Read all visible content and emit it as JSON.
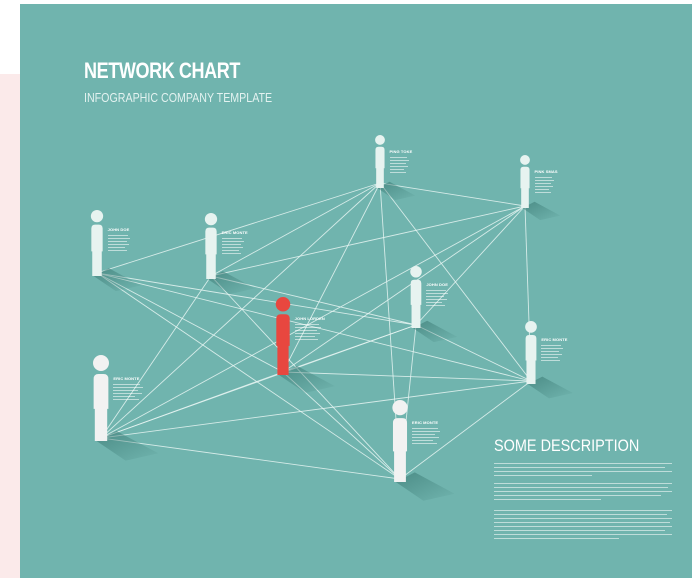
{
  "header": {
    "title": "NETWORK CHART",
    "subtitle": "INFOGRAPHIC COMPANY TEMPLATE"
  },
  "description": {
    "title": "SOME DESCRIPTION"
  },
  "colors": {
    "background": "#70b4ae",
    "node_light": "#e7f3f0",
    "node_white": "#f2f2f2",
    "node_center": "#e8473f",
    "connection": "#e6f4f2"
  },
  "nodes": [
    {
      "id": "n1",
      "label": "JOHN DOE",
      "color": "light"
    },
    {
      "id": "n2",
      "label": "ERIC MONTE",
      "color": "light"
    },
    {
      "id": "n3",
      "label": "PING TOKE",
      "color": "light"
    },
    {
      "id": "n4",
      "label": "PINK SMAS",
      "color": "light"
    },
    {
      "id": "n5",
      "label": "JOHN DOE",
      "color": "light"
    },
    {
      "id": "n6",
      "label": "JOHN LORDEN",
      "color": "center"
    },
    {
      "id": "n7",
      "label": "ERIC MONTE",
      "color": "light"
    },
    {
      "id": "n8",
      "label": "ERIC MONTE",
      "color": "white"
    },
    {
      "id": "n9",
      "label": "ERIC MONTE",
      "color": "white"
    }
  ],
  "connections": [
    [
      "n1",
      "n3"
    ],
    [
      "n1",
      "n6"
    ],
    [
      "n1",
      "n9"
    ],
    [
      "n1",
      "n7"
    ],
    [
      "n2",
      "n3"
    ],
    [
      "n2",
      "n5"
    ],
    [
      "n2",
      "n9"
    ],
    [
      "n2",
      "n4"
    ],
    [
      "n2",
      "n8"
    ],
    [
      "n3",
      "n4"
    ],
    [
      "n3",
      "n6"
    ],
    [
      "n3",
      "n8"
    ],
    [
      "n3",
      "n7"
    ],
    [
      "n3",
      "n9"
    ],
    [
      "n4",
      "n5"
    ],
    [
      "n4",
      "n6"
    ],
    [
      "n4",
      "n8"
    ],
    [
      "n5",
      "n6"
    ],
    [
      "n5",
      "n9"
    ],
    [
      "n5",
      "n7"
    ],
    [
      "n5",
      "n8"
    ],
    [
      "n6",
      "n7"
    ],
    [
      "n6",
      "n9"
    ],
    [
      "n6",
      "n8"
    ],
    [
      "n7",
      "n9"
    ],
    [
      "n7",
      "n8"
    ],
    [
      "n7",
      "n4"
    ],
    [
      "n8",
      "n9"
    ],
    [
      "n1",
      "n5"
    ]
  ]
}
